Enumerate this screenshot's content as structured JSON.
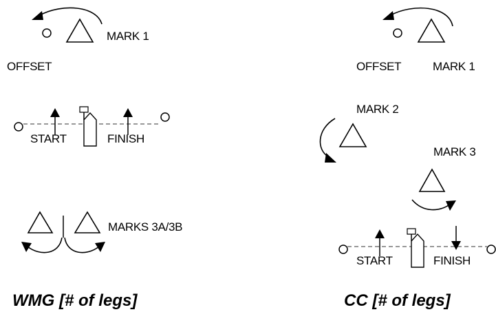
{
  "wmg": {
    "mark1_label": "MARK 1",
    "offset_label": "OFFSET",
    "start_label": "START",
    "finish_label": "FINISH",
    "marks3_label": "MARKS 3A/3B",
    "caption": "WMG [# of legs]"
  },
  "cc": {
    "offset_label": "OFFSET",
    "mark1_label": "MARK 1",
    "mark2_label": "MARK 2",
    "mark3_label": "MARK 3",
    "start_label": "START",
    "finish_label": "FINISH",
    "caption": "CC [# of legs]"
  },
  "colors": {
    "ink": "#000000",
    "line": "#777777",
    "background": "#ffffff"
  }
}
